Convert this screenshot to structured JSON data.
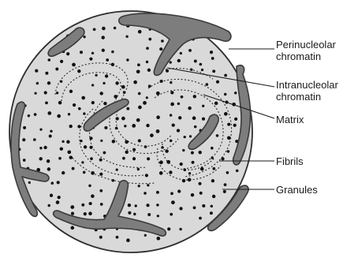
{
  "labels": {
    "perinucleolar_1": "Perinucleolar",
    "perinucleolar_2": "chromatin",
    "intranucleolar_1": "Intranucleolar",
    "intranucleolar_2": "chromatin",
    "matrix": "Matrix",
    "fibrils": "Fibrils",
    "granules": "Granules"
  },
  "colors": {
    "matrix_fill": "#d9d9d9",
    "outline": "#2f2f2f",
    "chromatin_fill": "#7d7d7d",
    "granule": "#111111"
  }
}
